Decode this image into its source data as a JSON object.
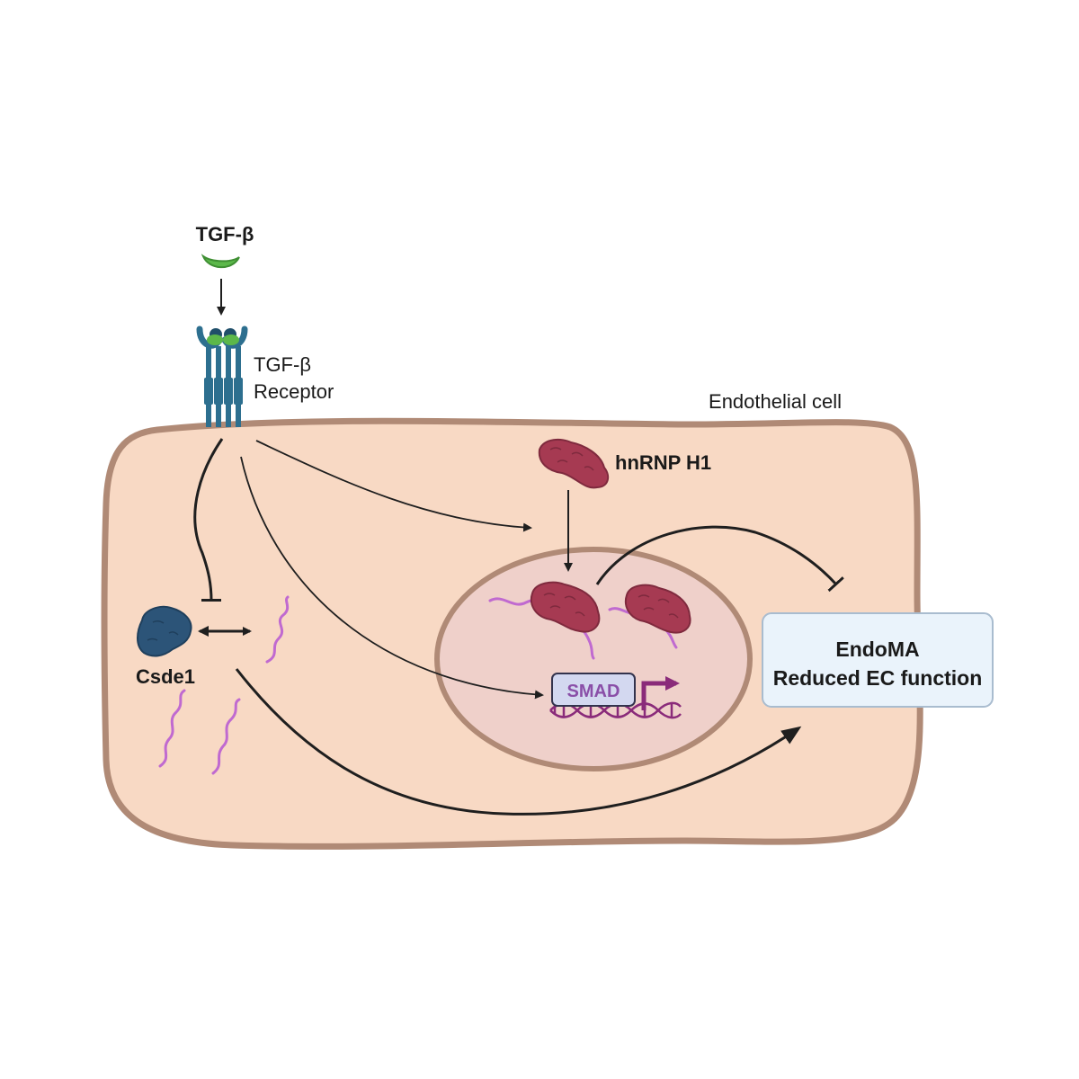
{
  "labels": {
    "ligand": "TGF-β",
    "receptor_line1": "TGF-β",
    "receptor_line2": "Receptor",
    "cell": "Endothelial cell",
    "hnrnp": "hnRNP H1",
    "csde1": "Csde1",
    "smad": "SMAD",
    "outcome_line1": "EndoMA",
    "outcome_line2": "Reduced EC function"
  },
  "colors": {
    "cell_fill": "#f8d9c4",
    "cell_border": "#b08a76",
    "nucleus_fill": "#efd0ca",
    "nucleus_border": "#b08a76",
    "ligand": "#5cb84a",
    "receptor": "#2d6f8f",
    "hnrnp_protein": "#a63a52",
    "csde1_protein": "#2c5478",
    "rna": "#c06ad0",
    "smad_box_fill": "#d3d8f0",
    "smad_text": "#8a4fa8",
    "dna": "#8a2b7a",
    "arrow": "#1f1f1f",
    "outcome_box_fill": "#eaf3fb",
    "outcome_box_border": "#a9bccf"
  },
  "icons": [
    "tgf-beta-ligand-icon",
    "tgf-beta-receptor-icon",
    "hnrnp-h1-protein-icon",
    "csde1-protein-icon",
    "rna-strand-icon",
    "dna-helix-icon",
    "transcription-start-arrow-icon"
  ]
}
